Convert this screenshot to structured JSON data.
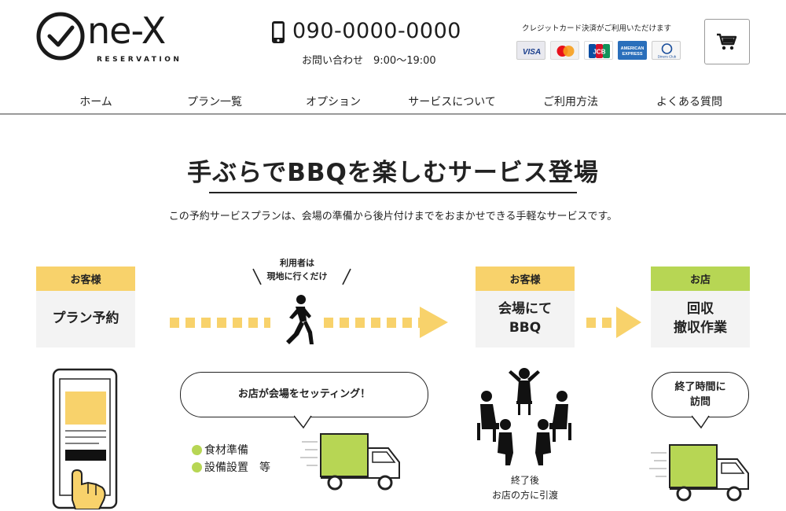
{
  "brand": {
    "logo_text": "ne-X",
    "logo_sub": "RESERVATION"
  },
  "header": {
    "phone_number": "090-0000-0000",
    "contact_hours": "お問い合わせ　9:00〜19:00",
    "cards_caption": "クレジットカード決済がご利用いただけます",
    "cards": [
      "VISA",
      "MasterCard",
      "JCB",
      "AMERICAN EXPRESS",
      "Diners Club"
    ]
  },
  "nav": {
    "items": [
      {
        "label": "ホーム"
      },
      {
        "label": "プラン一覧"
      },
      {
        "label": "オプション"
      },
      {
        "label": "サービスについて"
      },
      {
        "label": "ご利用方法"
      },
      {
        "label": "よくある質問"
      }
    ]
  },
  "main": {
    "title": "手ぶらでBBQを楽しむサービス登場",
    "intro": "この予約サービスプランは、会場の準備から後片付けまでをおまかせできる手軽なサービスです。",
    "steps": [
      {
        "tag": "お客様",
        "text": "プラン予約"
      },
      {
        "tag": "お客様",
        "text": "会場にて\nBBQ"
      },
      {
        "tag": "お店",
        "text": "回収\n撤収作業"
      }
    ],
    "user_note": "利用者は\n現地に行くだけ",
    "setting_bubble": "お店が会場をセッティング！",
    "setting_items": [
      "食材準備",
      "設備設置　等"
    ],
    "after_note": "終了後\nお店の方に引渡",
    "pickup_bubble": "終了時間に\n訪問"
  },
  "colors": {
    "yellow": "#f8d26b",
    "green": "#b7d654",
    "dark": "#222222",
    "card_bg": "#f3f3f3"
  }
}
